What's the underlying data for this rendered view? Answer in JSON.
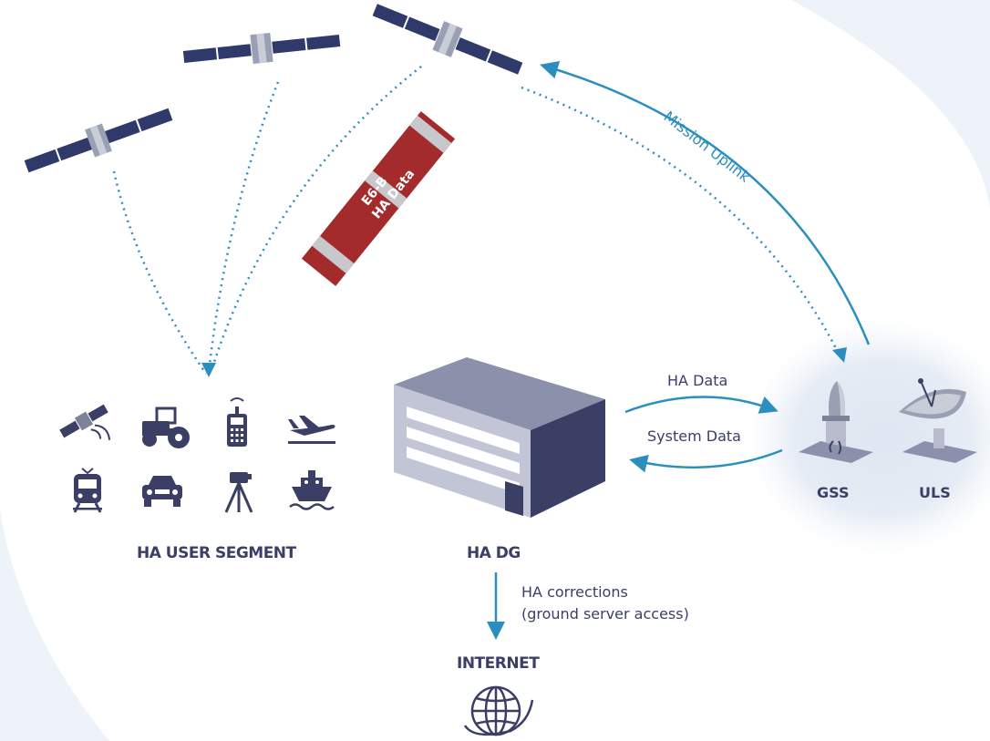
{
  "labels": {
    "mission_uplink": "Mission Uplink",
    "banner_e6b": "E6-B",
    "banner_ha_data": "HA Data",
    "link_ha_data": "HA Data",
    "link_system_data": "System Data",
    "gss": "GSS",
    "uls": "ULS",
    "ha_user_segment": "HA USER SEGMENT",
    "ha_dg": "HA DG",
    "corrections_line1": "HA corrections",
    "corrections_line2": "(ground server access)",
    "internet": "INTERNET"
  },
  "user_segment_icons": [
    "satellite-icon",
    "tractor-icon",
    "handheld-receiver-icon",
    "airplane-icon",
    "train-icon",
    "car-icon",
    "surveying-tripod-icon",
    "ship-icon"
  ],
  "colors": {
    "navy": "#3b3f66",
    "accent_blue": "#2a8fbf",
    "banner_red": "#a32b2c",
    "banner_grey": "#c8c8cc",
    "halo": "#e9eef6"
  }
}
